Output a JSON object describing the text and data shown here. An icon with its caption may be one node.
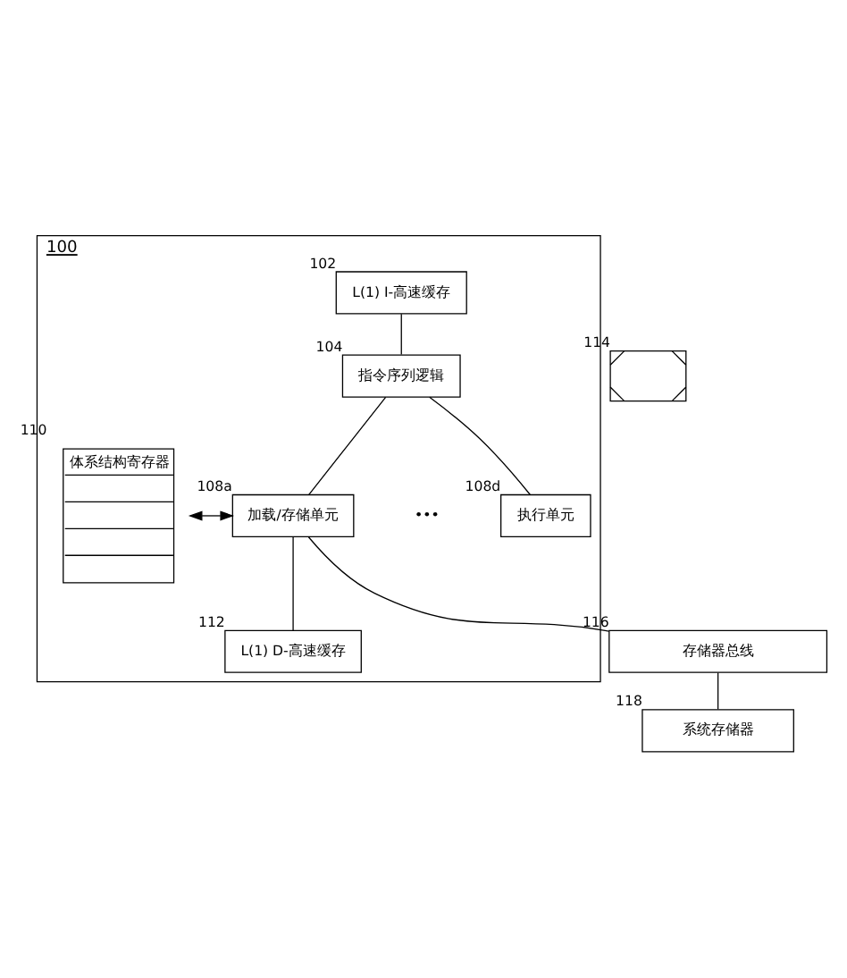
{
  "diagram": {
    "nodes": [
      {
        "text": [
          "100"
        ]
      },
      {
        "text": [
          "L(1) I-高速缓存"
        ],
        "in": 0,
        "beside": [
          "102"
        ]
      },
      {
        "text": [
          "指令序列逻辑"
        ],
        "in": 0,
        "beside": [
          "104"
        ]
      },
      {
        "text": [
          "体系结构寄存器"
        ],
        "in": 0,
        "beside": [
          "110"
        ]
      },
      {
        "text": [
          "加载/存储单元"
        ],
        "in": 0,
        "beside": [
          "108a"
        ]
      },
      {
        "text": [
          "执行单元"
        ],
        "in": 0,
        "beside": [
          "108d"
        ]
      },
      {
        "text": [
          "L(1) D-高速缓存"
        ],
        "in": 0,
        "beside": [
          "112"
        ]
      },
      {
        "text": [
          "存储器总线"
        ],
        "beside": [
          "116"
        ]
      },
      {
        "text": [
          "系统存储器"
        ],
        "beside": [
          "118"
        ]
      },
      {
        "text": [],
        "shape": "bar",
        "beside": [
          "114"
        ]
      }
    ],
    "edges": [
      {
        "from": 1,
        "to": 2,
        "arrow": "none"
      },
      {
        "from": 2,
        "to": 4,
        "arrow": "none"
      },
      {
        "from": 2,
        "to": 5,
        "arrow": "none"
      },
      {
        "from": 3,
        "to": 4,
        "arrow": "both"
      },
      {
        "from": 4,
        "to": 6,
        "arrow": "none"
      },
      {
        "from": 4,
        "to": 7,
        "arrow": "none"
      },
      {
        "from": 7,
        "to": 8,
        "arrow": "none"
      }
    ],
    "labels": [
      "•••"
    ]
  }
}
